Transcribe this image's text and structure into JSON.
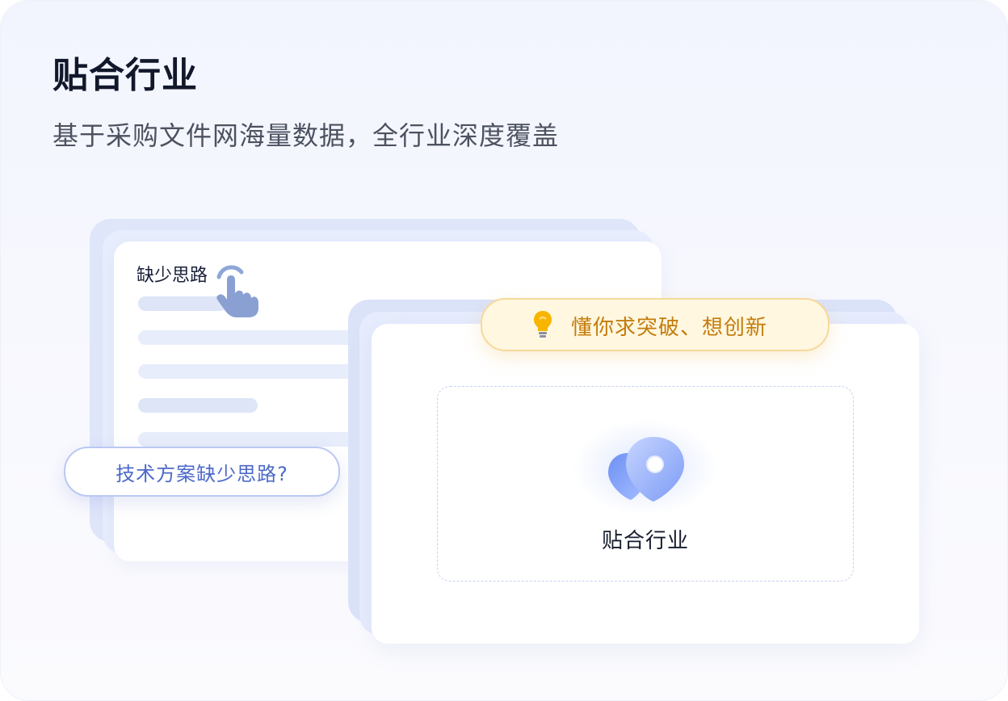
{
  "header": {
    "title": "贴合行业",
    "subtitle": "基于采购文件网海量数据，全行业深度覆盖"
  },
  "illustration": {
    "back_doc_label": "缺少思路",
    "question_pill": "技术方案缺少思路?",
    "banner_text": "懂你求突破、想创新",
    "center_label": "贴合行业",
    "icons": [
      "pointing-hand-icon",
      "lightbulb-icon",
      "location-pin-icon"
    ],
    "colors": {
      "accent_blue": "#4c69c9",
      "banner_text": "#c47c0c",
      "banner_bg": "#fff7e0"
    }
  }
}
